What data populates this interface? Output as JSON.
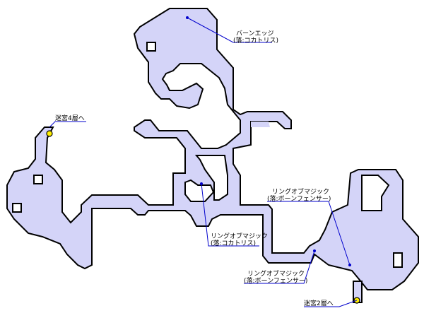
{
  "map": {
    "colors": {
      "floor": "#d4d4f8",
      "wall": "#000000",
      "background": "#ffffff",
      "leader_line": "#0000cc",
      "item_dot": "#0000cc",
      "stairs_marker": "#ffee00"
    },
    "items": [
      {
        "name": "バーンエッジ",
        "source": "(落:コカトリス)"
      },
      {
        "name": "リングオブマジック",
        "source": "(落:ボーンフェンサー)"
      },
      {
        "name": "リングオブマジック",
        "source": "(落:コカトリス)"
      },
      {
        "name": "リングオブマジック",
        "source": "(落:ボーンフェンサー)"
      }
    ],
    "exits": [
      {
        "label": "迷宮4層へ",
        "icon": "stairs-marker"
      },
      {
        "label": "迷宮2層へ",
        "icon": "stairs-marker"
      }
    ]
  }
}
